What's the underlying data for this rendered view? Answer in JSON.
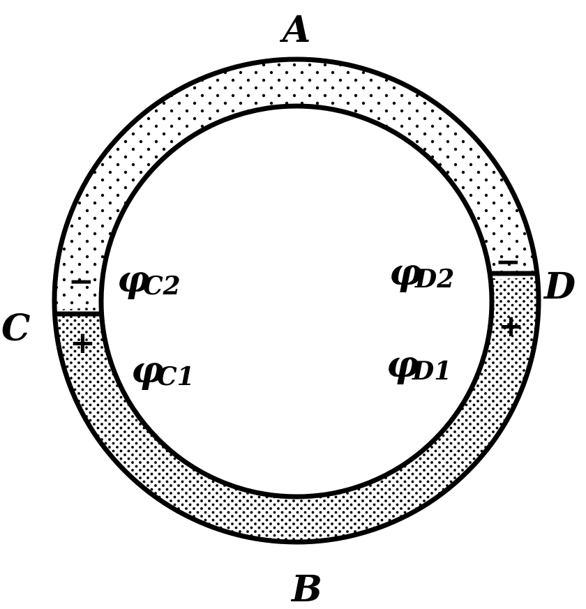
{
  "points": {
    "A": "A",
    "B": "B",
    "C": "C",
    "D": "D"
  },
  "potentials": {
    "c2": {
      "symbol": "φ",
      "sub": "C2"
    },
    "c1": {
      "symbol": "φ",
      "sub": "C1"
    },
    "d2": {
      "symbol": "φ",
      "sub": "D2"
    },
    "d1": {
      "symbol": "φ",
      "sub": "D1"
    }
  },
  "signs": {
    "c_upper": "−",
    "c_lower": "+",
    "d_upper": "−",
    "d_lower": "+"
  },
  "colors": {
    "ink": "#000000",
    "background": "#ffffff"
  }
}
